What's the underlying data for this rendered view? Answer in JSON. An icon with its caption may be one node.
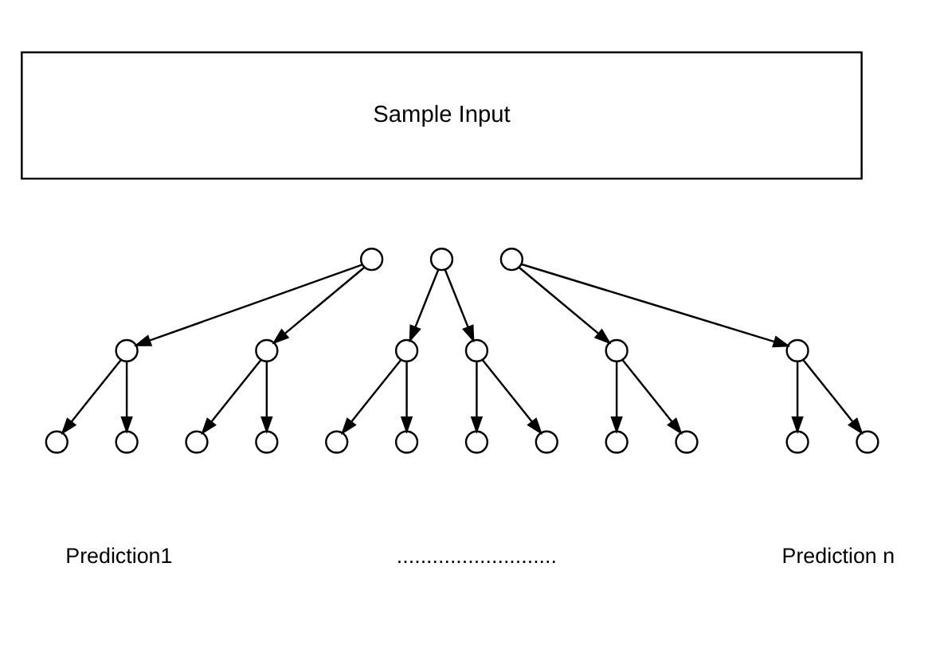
{
  "diagram": {
    "nodes": [
      {
        "text": [
          "Sample Input"
        ]
      },
      {
        "text": [],
        "shape": "circle"
      },
      {
        "text": [],
        "shape": "circle"
      },
      {
        "text": [],
        "shape": "circle"
      },
      {
        "text": [],
        "shape": "circle"
      },
      {
        "text": [],
        "shape": "circle"
      },
      {
        "text": [],
        "shape": "circle"
      },
      {
        "text": [],
        "shape": "circle"
      },
      {
        "text": [],
        "shape": "circle"
      },
      {
        "text": [],
        "shape": "circle"
      },
      {
        "text": [],
        "shape": "circle"
      },
      {
        "text": [],
        "shape": "circle"
      },
      {
        "text": [],
        "shape": "circle"
      },
      {
        "text": [],
        "shape": "circle"
      },
      {
        "text": [],
        "shape": "circle"
      },
      {
        "text": [],
        "shape": "circle"
      },
      {
        "text": [],
        "shape": "circle"
      },
      {
        "text": [],
        "shape": "circle"
      },
      {
        "text": [],
        "shape": "circle"
      },
      {
        "text": [],
        "shape": "circle"
      },
      {
        "text": [],
        "shape": "circle"
      },
      {
        "text": [],
        "shape": "circle"
      }
    ],
    "edges": [
      {
        "from": 1,
        "to": 4,
        "arrow": "to"
      },
      {
        "from": 1,
        "to": 5,
        "arrow": "to"
      },
      {
        "from": 2,
        "to": 6,
        "arrow": "to"
      },
      {
        "from": 2,
        "to": 7,
        "arrow": "to"
      },
      {
        "from": 3,
        "to": 8,
        "arrow": "to"
      },
      {
        "from": 3,
        "to": 9,
        "arrow": "to"
      },
      {
        "from": 4,
        "to": 10,
        "arrow": "to"
      },
      {
        "from": 4,
        "to": 11,
        "arrow": "to"
      },
      {
        "from": 5,
        "to": 12,
        "arrow": "to"
      },
      {
        "from": 5,
        "to": 13,
        "arrow": "to"
      },
      {
        "from": 6,
        "to": 14,
        "arrow": "to"
      },
      {
        "from": 6,
        "to": 15,
        "arrow": "to"
      },
      {
        "from": 7,
        "to": 16,
        "arrow": "to"
      },
      {
        "from": 7,
        "to": 17,
        "arrow": "to"
      },
      {
        "from": 8,
        "to": 18,
        "arrow": "to"
      },
      {
        "from": 8,
        "to": 19,
        "arrow": "to"
      },
      {
        "from": 9,
        "to": 20,
        "arrow": "to"
      },
      {
        "from": 9,
        "to": 21,
        "arrow": "to"
      }
    ],
    "labels": [
      "Prediction1",
      "...........................",
      "Prediction n"
    ]
  }
}
